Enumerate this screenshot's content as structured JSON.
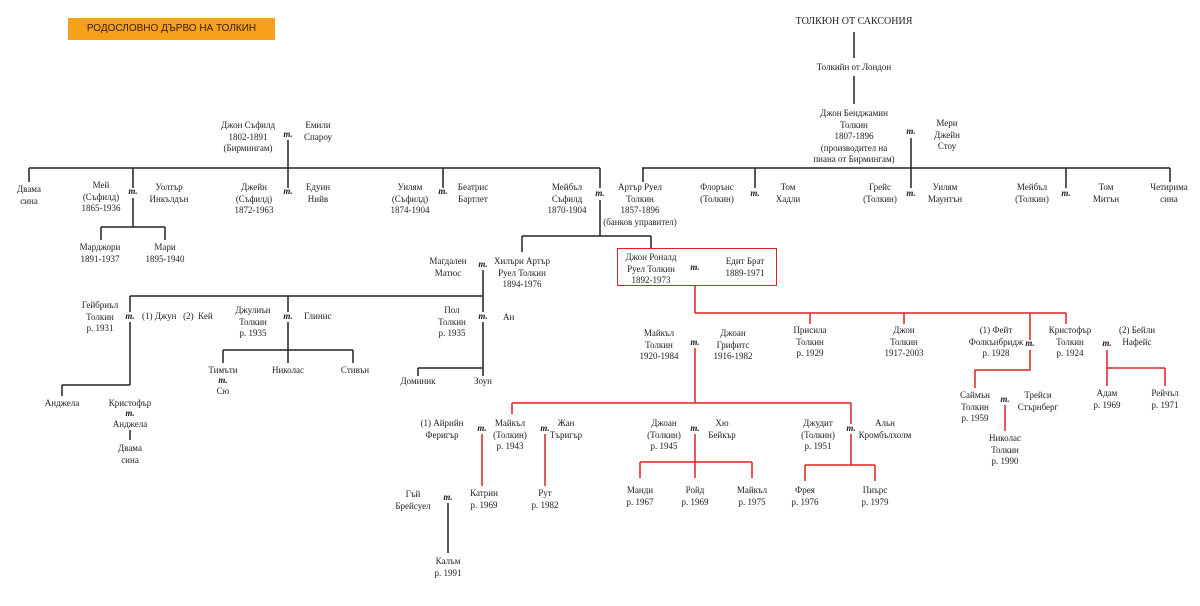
{
  "title": "РОДОСЛОВНО ДЪРВО НА ТОЛКИН",
  "m": "m.",
  "colors": {
    "title_bg": "#f7a11a",
    "line": "#222222",
    "highlight": "#dd2222"
  },
  "n": {
    "saxony": "ТОЛКЮН ОТ САКСОНИЯ",
    "london": "Толкийн от Лондон",
    "jb": "Джон Бенджамин\nТолкин\n1807-1896\n(производител на\nпиана от Бирмингам)",
    "mary_jane": "Мери\nДжейн\nСтоу",
    "john_suffield": "Джон Съфилд\n1802-1891\n(Бирмингам)",
    "emily": "Емили\nСпароу",
    "two_sons_1": "Двама\nсина",
    "may": "Мей\n(Съфилд)\n1865-1936",
    "walter": "Уолтър\nИнкълдън",
    "marjorie": "Марджори\n1891-1937",
    "mary": "Мари\n1895-1940",
    "jane": "Джейн\n(Съфилд)\n1872-1963",
    "edwin": "Едуин\nНийв",
    "william_s": "Уилям\n(Съфилд)\n1874-1904",
    "beatrice": "Беатрис\nБартлет",
    "mabel_s": "Мейбъл\nСъфилд\n1870-1904",
    "arthur": "Артър Руел\nТолкин\n1857-1896\n(банков управител)",
    "florence": "Флорънс\n(Толкин)",
    "tom_hadley": "Том\nХадли",
    "grace": "Грейс\n(Толкин)",
    "william_m": "Уилям\nМаунтън",
    "mabel_t": "Мейбъл\n(Толкин)",
    "tom_mitton": "Том\nМитън",
    "four_sons": "Четирима\nсина",
    "magdalen": "Магдален\nМатюс",
    "hilary": "Хилъри Артър\nРуел Толкин\n1894-1976",
    "jrrt": "Джон Роналд\nРуел Толкин\n1892-1973",
    "edith": "Едит Брат\n1889-1971",
    "gabriel": "Гейбриъл\nТолкин\nр. 1931",
    "june_kay": "(1) Джун   (2)  Кей",
    "julian": "Джулиън\nТолкин\nр. 1935",
    "glynis": "Глинис",
    "paul": "Пол\nТолкин\nр. 1935",
    "ann": "Ан",
    "angela": "Анджела",
    "christopher_a": "Кристофър",
    "angela2": "Анджела",
    "two_sons_2": "Двама\nсина",
    "timothy": "Тимъти",
    "sue": "Сю",
    "nicholas_j": "Николас",
    "stephen": "Стивън",
    "dominic": "Доминик",
    "zoe": "Зоун",
    "michael": "Майкъл\nТолкин\n1920-1984",
    "joan_g": "Джоан\nГрифитс\n1916-1982",
    "priscilla": "Присила\nТолкин\nр. 1929",
    "john_t": "Джон\nТолкин\n1917-2003",
    "faith": "(1) Фейт\nФолкънбридж\nр. 1928",
    "christopher": "Кристофър\nТолкин\nр. 1924",
    "baillie": "(2) Бейли\nНафейс",
    "simon": "Саймън\nТолкин\nр. 1959",
    "tracy": "Трейси\nСтърнберг",
    "nicholas_t": "Николас\nТолкин\nр. 1990",
    "adam": "Адам\nр. 1969",
    "rachel": "Рейчъл\nр. 1971",
    "irene": "(1) Айрийн\nФеригър",
    "michael_g": "Майкъл\n(Толкин)\nр. 1943",
    "jean": "Жан\nТъригър",
    "catherine": "Катрин\nр. 1969",
    "ruth": "Рут\nр. 1982",
    "joanna": "Джоан\n(Толкин)\nр. 1945",
    "hugh": "Хю\nБейкър",
    "mandy": "Манди\nр. 1967",
    "royd": "Ройд\nр. 1969",
    "michael_b": "Майкъл\nр. 1975",
    "judith": "Джудит\n(Толкин)\nр. 1951",
    "alan": "Альн\nКромбълхолм",
    "freya": "Фрея\nр. 1976",
    "piers": "Пиърс\nр. 1979",
    "guy": "Гъй\nБрейсуел",
    "calum": "Калъм\nр. 1991"
  }
}
